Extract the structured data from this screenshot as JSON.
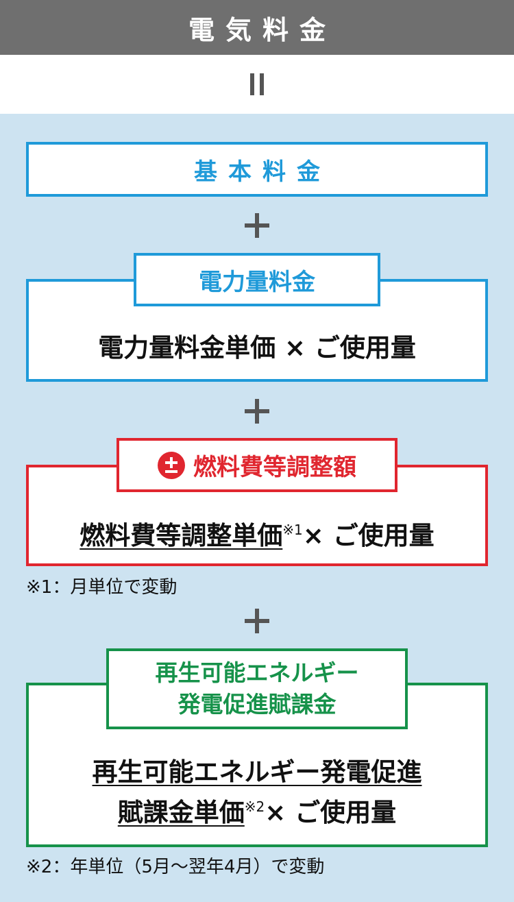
{
  "header": {
    "title": "電気料金"
  },
  "equals_symbol": "=",
  "plus_symbol": "+",
  "basic": {
    "label": "基本料金"
  },
  "energy": {
    "tag": "電力量料金",
    "formula_unit": "電力量料金単価",
    "formula_times": "×",
    "formula_usage": "ご使用量"
  },
  "fuel": {
    "tag": "燃料費等調整額",
    "icon": "plus-minus-icon",
    "formula_unit": "燃料費等調整単価",
    "formula_note_mark": "※1",
    "formula_times": "×",
    "formula_usage": "ご使用量",
    "note": "※1：月単位で変動"
  },
  "renewable": {
    "tag_line1": "再生可能エネルギー",
    "tag_line2": "発電促進賦課金",
    "formula_line1": "再生可能エネルギー発電促進",
    "formula_unit2": "賦課金単価",
    "formula_note_mark": "※2",
    "formula_times": "×",
    "formula_usage": "ご使用量",
    "note": "※2：年単位（5月～翌年4月）で変動"
  },
  "colors": {
    "header_bg": "#6f6f6f",
    "panel_bg": "#cde3f1",
    "blue": "#1f9ad9",
    "red": "#e0262f",
    "green": "#16924a",
    "plus_gray": "#555555"
  }
}
